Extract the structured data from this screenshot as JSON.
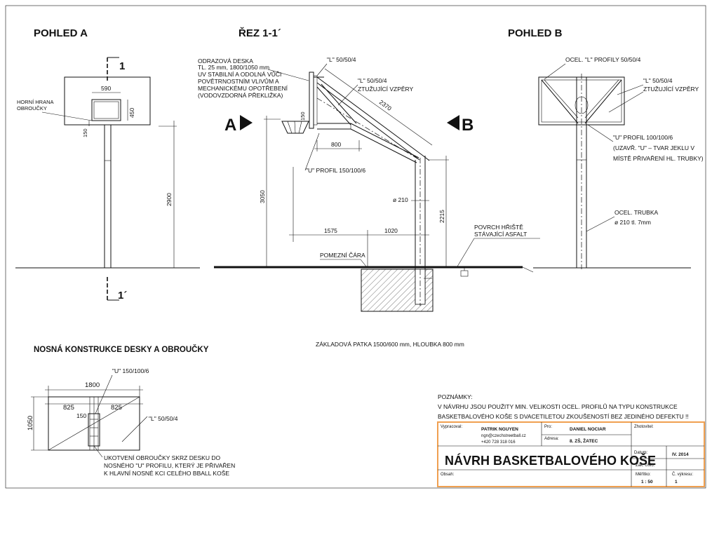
{
  "views": {
    "view_a_title": "POHLED  A",
    "section_title": "ŘEZ 1-1´",
    "view_b_title": "POHLED B",
    "arrow_a": "A",
    "arrow_b": "B",
    "cut_top": "1",
    "cut_bottom": "1´"
  },
  "view_a": {
    "dim_590": "590",
    "dim_450": "450",
    "dim_150": "150",
    "dim_2900": "2900",
    "label_rim_1": "HORNÍ HRANA",
    "label_rim_2": "OBROUČKY"
  },
  "section": {
    "board_1": "ODRAZOVÁ DESKA",
    "board_2": "TL. 25 mm, 1800/1050 mm",
    "board_3": "UV STABILNÍ A ODOLNÁ VŮČI",
    "board_4": "POVĚTRNOSTNÍM VLIVŮM A",
    "board_5": "MECHANICKÉMU OPOTŘEBENÍ",
    "board_6": "(VODOVZDORNÁ PŘEKLIŽKA)",
    "l_profile_top": "\"L\" 50/50/4",
    "l_profile_2": "\"L\" 50/50/4",
    "bracing": "ZTUŽUJÍCÍ VZPĚRY",
    "dim_2370": "2370",
    "dim_150": "150",
    "dim_800": "800",
    "u_profile": "\"U\" PROFIL 150/100/6",
    "dim_3050": "3050",
    "dim_210": "ø 210",
    "dim_2215": "2215",
    "dim_1575": "1575",
    "dim_1020": "1020",
    "surface_1": "POVRCH HŘIŠTĚ",
    "surface_2": "STÁVAJÍCÍ ASFALT",
    "boundary": "POMEZNÍ ČÁRA",
    "footing": "ZÁKLADOVÁ PATKA 1500/600 mm, HLOUBKA 800 mm"
  },
  "view_b": {
    "l_profiles": "OCEL. \"L\" PROFILY 50/50/4",
    "l_profile": "\"L\" 50/50/4",
    "bracing": "ZTUŽUJÍCÍ VZPĚRY",
    "u_1": "\"U\" PROFIL 100/100/6",
    "u_2": "(UZAVŘ. \"U\" – TVAR JEKLU V",
    "u_3": "MÍSTĚ PŘIVAŘENÍ HL. TRUBKY)",
    "tube_1": "OCEL. TRUBKA",
    "tube_2": "ø 210 tl. 7mm"
  },
  "structure": {
    "title": "NOSNÁ KONSTRUKCE DESKY A OBROUČKY",
    "u_profile": "\"U\" 150/100/6",
    "dim_1800": "1800",
    "dim_825_left": "825",
    "dim_825_right": "825",
    "dim_150": "150",
    "dim_1050": "1050",
    "l_profile": "\"L\" 50/50/4",
    "note_1": "UKOTVENÍ OBROUČKY SKRZ DESKU DO",
    "note_2": "NOSNÉHO \"U\" PROFILU, KTERÝ JE PŘIVAŘEN",
    "note_3": "K HLAVNÍ NOSNÉ KCI CELÉHO BBALL KOŠE"
  },
  "notes": {
    "heading": "POZNÁMKY:",
    "line_1": "V NÁVRHU JSOU POUŽITY MIN. VELIKOSTI OCEL. PROFILŮ NA TYPU KONSTRUKCE",
    "line_2": "BASKETBALOVÉHO KOŠE S DVACETILETOU ZKOUŠENOSTÍ BEZ JEDINÉHO DEFEKTU !!"
  },
  "title_block": {
    "designer_label": "Vypracoval:",
    "designer_name": "PATRIK NGUYEN",
    "designer_email": "ngn@czechstreetball.cz",
    "designer_phone": "+420 728 318 016",
    "for_label": "Pro:",
    "for_name": "DANIEL NOCIAR",
    "address_label": "Adresa:",
    "address": "8. ZŠ, ŽATEC",
    "author_label": "Zhotovitel:",
    "title": "NÁVRH BASKETBALOVÉHO KOŠE",
    "date_label": "Datum:",
    "date": "IV. 2014",
    "order_label": "Zak. číslo:",
    "content_label": "Obsah:",
    "scale_label": "Měřítko:",
    "scale": "1 : 50",
    "drawing_no_label": "Č. výkresu:",
    "drawing_no": "1"
  },
  "colors": {
    "title_block_border": "#f0a050"
  }
}
